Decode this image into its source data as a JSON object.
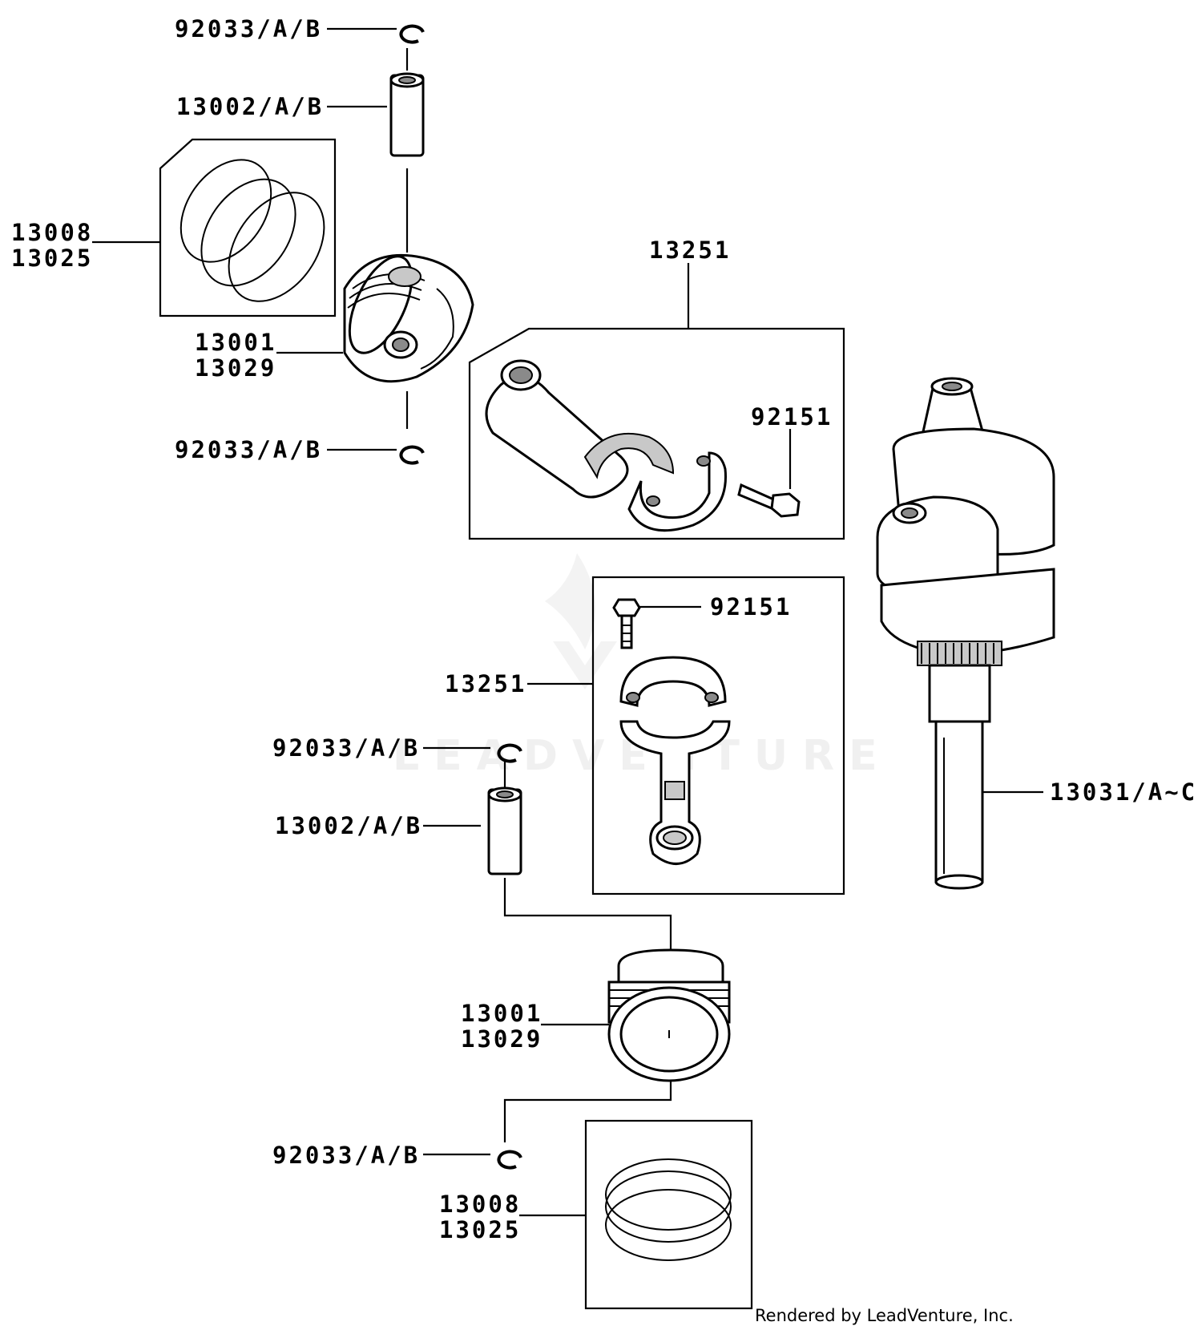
{
  "diagram": {
    "labels": {
      "snap_ring_top_1": "92033/A/B",
      "piston_pin_top": "13002/A/B",
      "ring_set_top_a": "13008",
      "ring_set_top_b": "13025",
      "piston_top_a": "13001",
      "piston_top_b": "13029",
      "snap_ring_top_2": "92033/A/B",
      "conrod_group_top": "13251",
      "bolt_top": "92151",
      "bolt_middle": "92151",
      "conrod_middle": "13251",
      "snap_ring_bottom_1": "92033/A/B",
      "piston_pin_bottom": "13002/A/B",
      "crankshaft": "13031/A~C",
      "piston_bottom_a": "13001",
      "piston_bottom_b": "13029",
      "snap_ring_bottom_2": "92033/A/B",
      "ring_set_bottom_a": "13008",
      "ring_set_bottom_b": "13025"
    },
    "watermark": "LEADVENTURE",
    "footer": "Rendered by LeadVenture, Inc."
  }
}
